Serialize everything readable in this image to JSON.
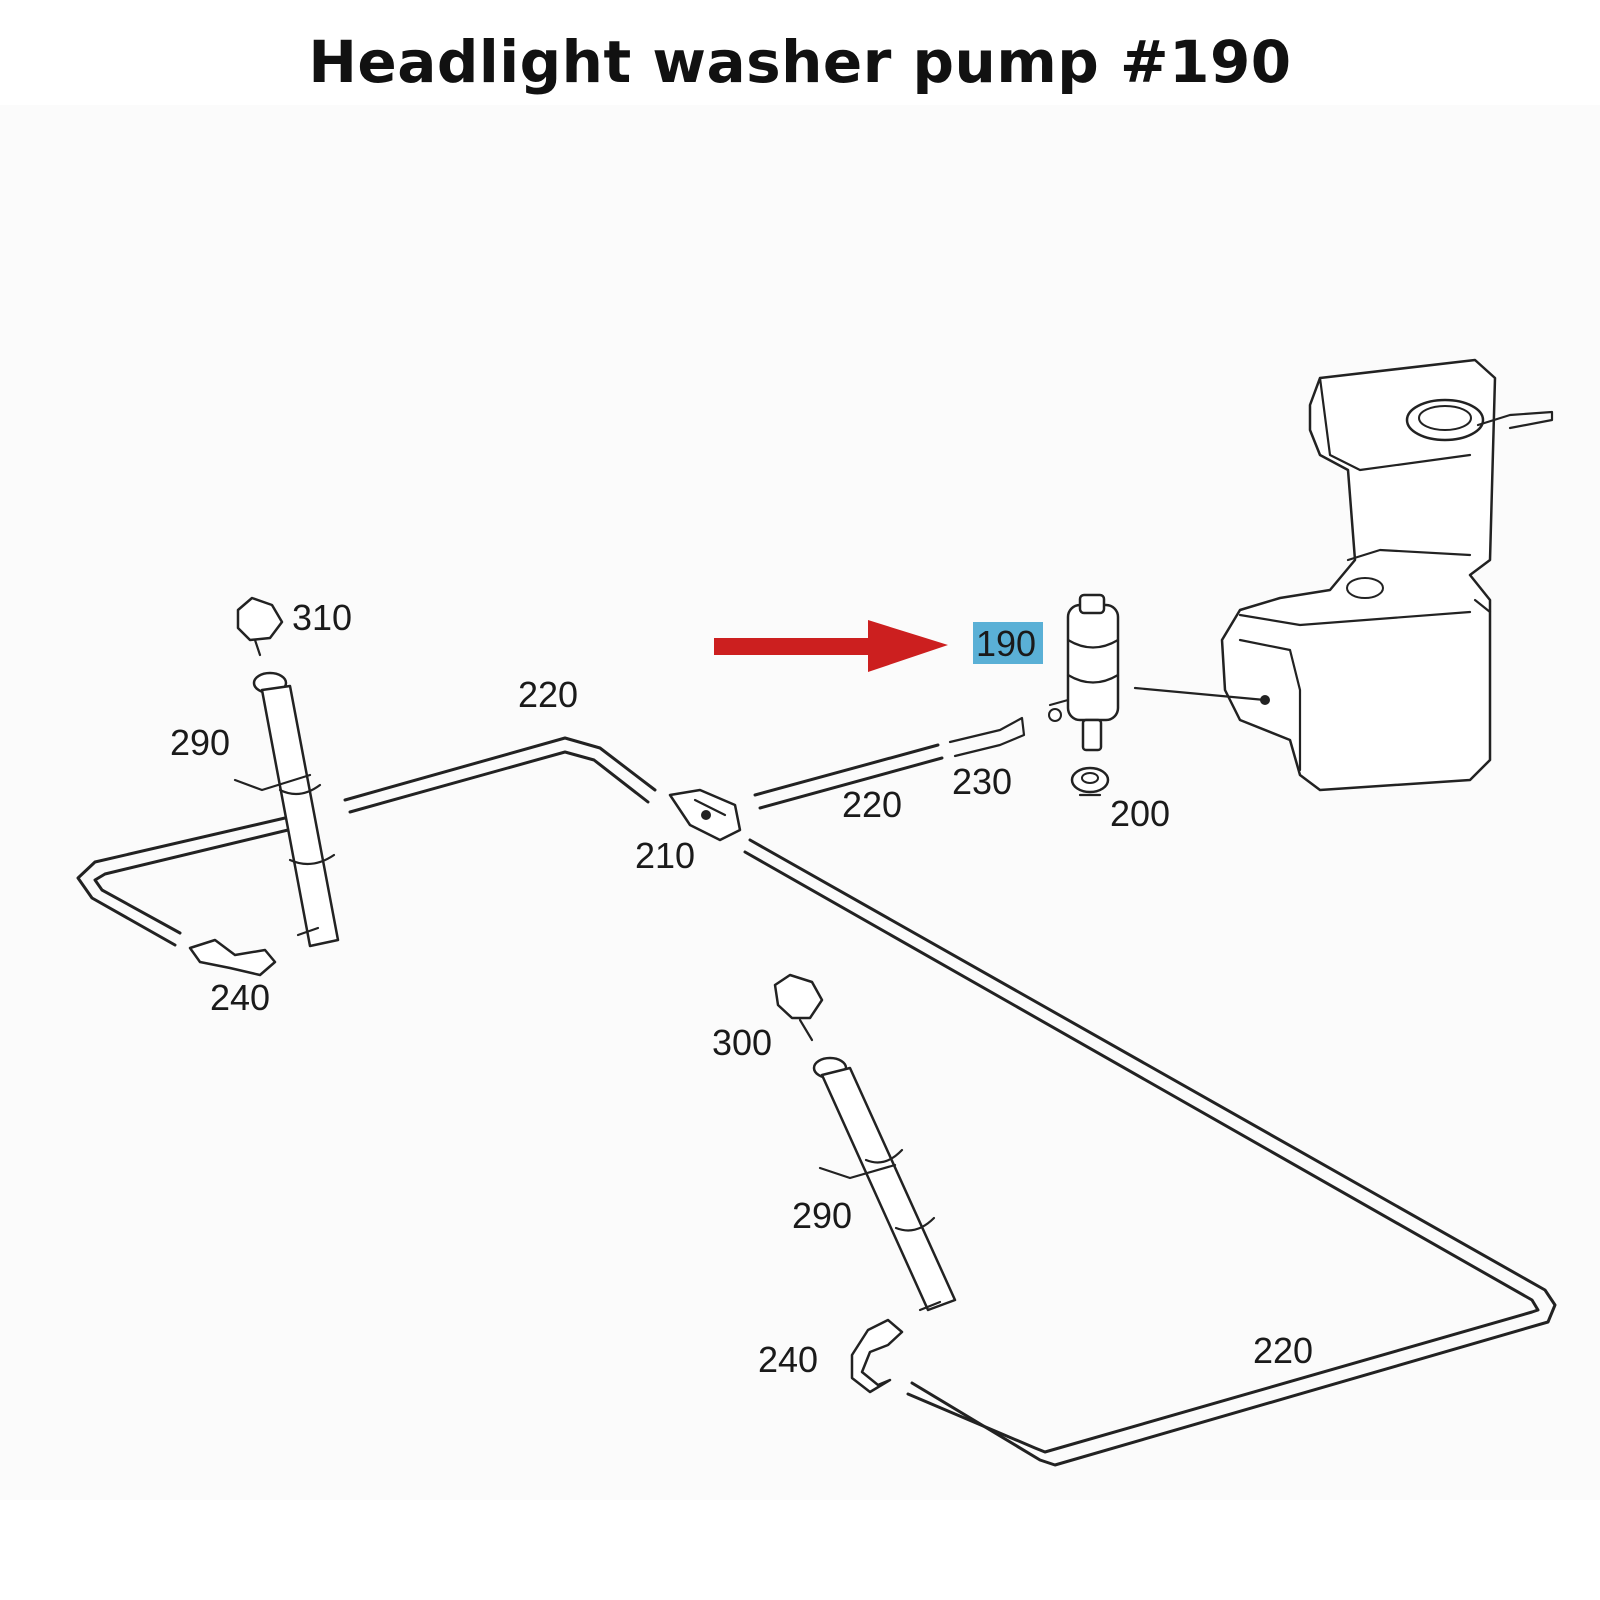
{
  "title": "Headlight washer pump #190",
  "colors": {
    "arrow": "#cc1f1f",
    "highlight": "#5ab0d6",
    "line": "#222222"
  },
  "labels": {
    "p310": "310",
    "p220_top": "220",
    "p290_left": "290",
    "p210": "210",
    "p220_mid": "220",
    "p230": "230",
    "p190": "190",
    "p200": "200",
    "p240_left": "240",
    "p300": "300",
    "p290_bottom": "290",
    "p240_bottom": "240",
    "p220_bottom": "220"
  }
}
